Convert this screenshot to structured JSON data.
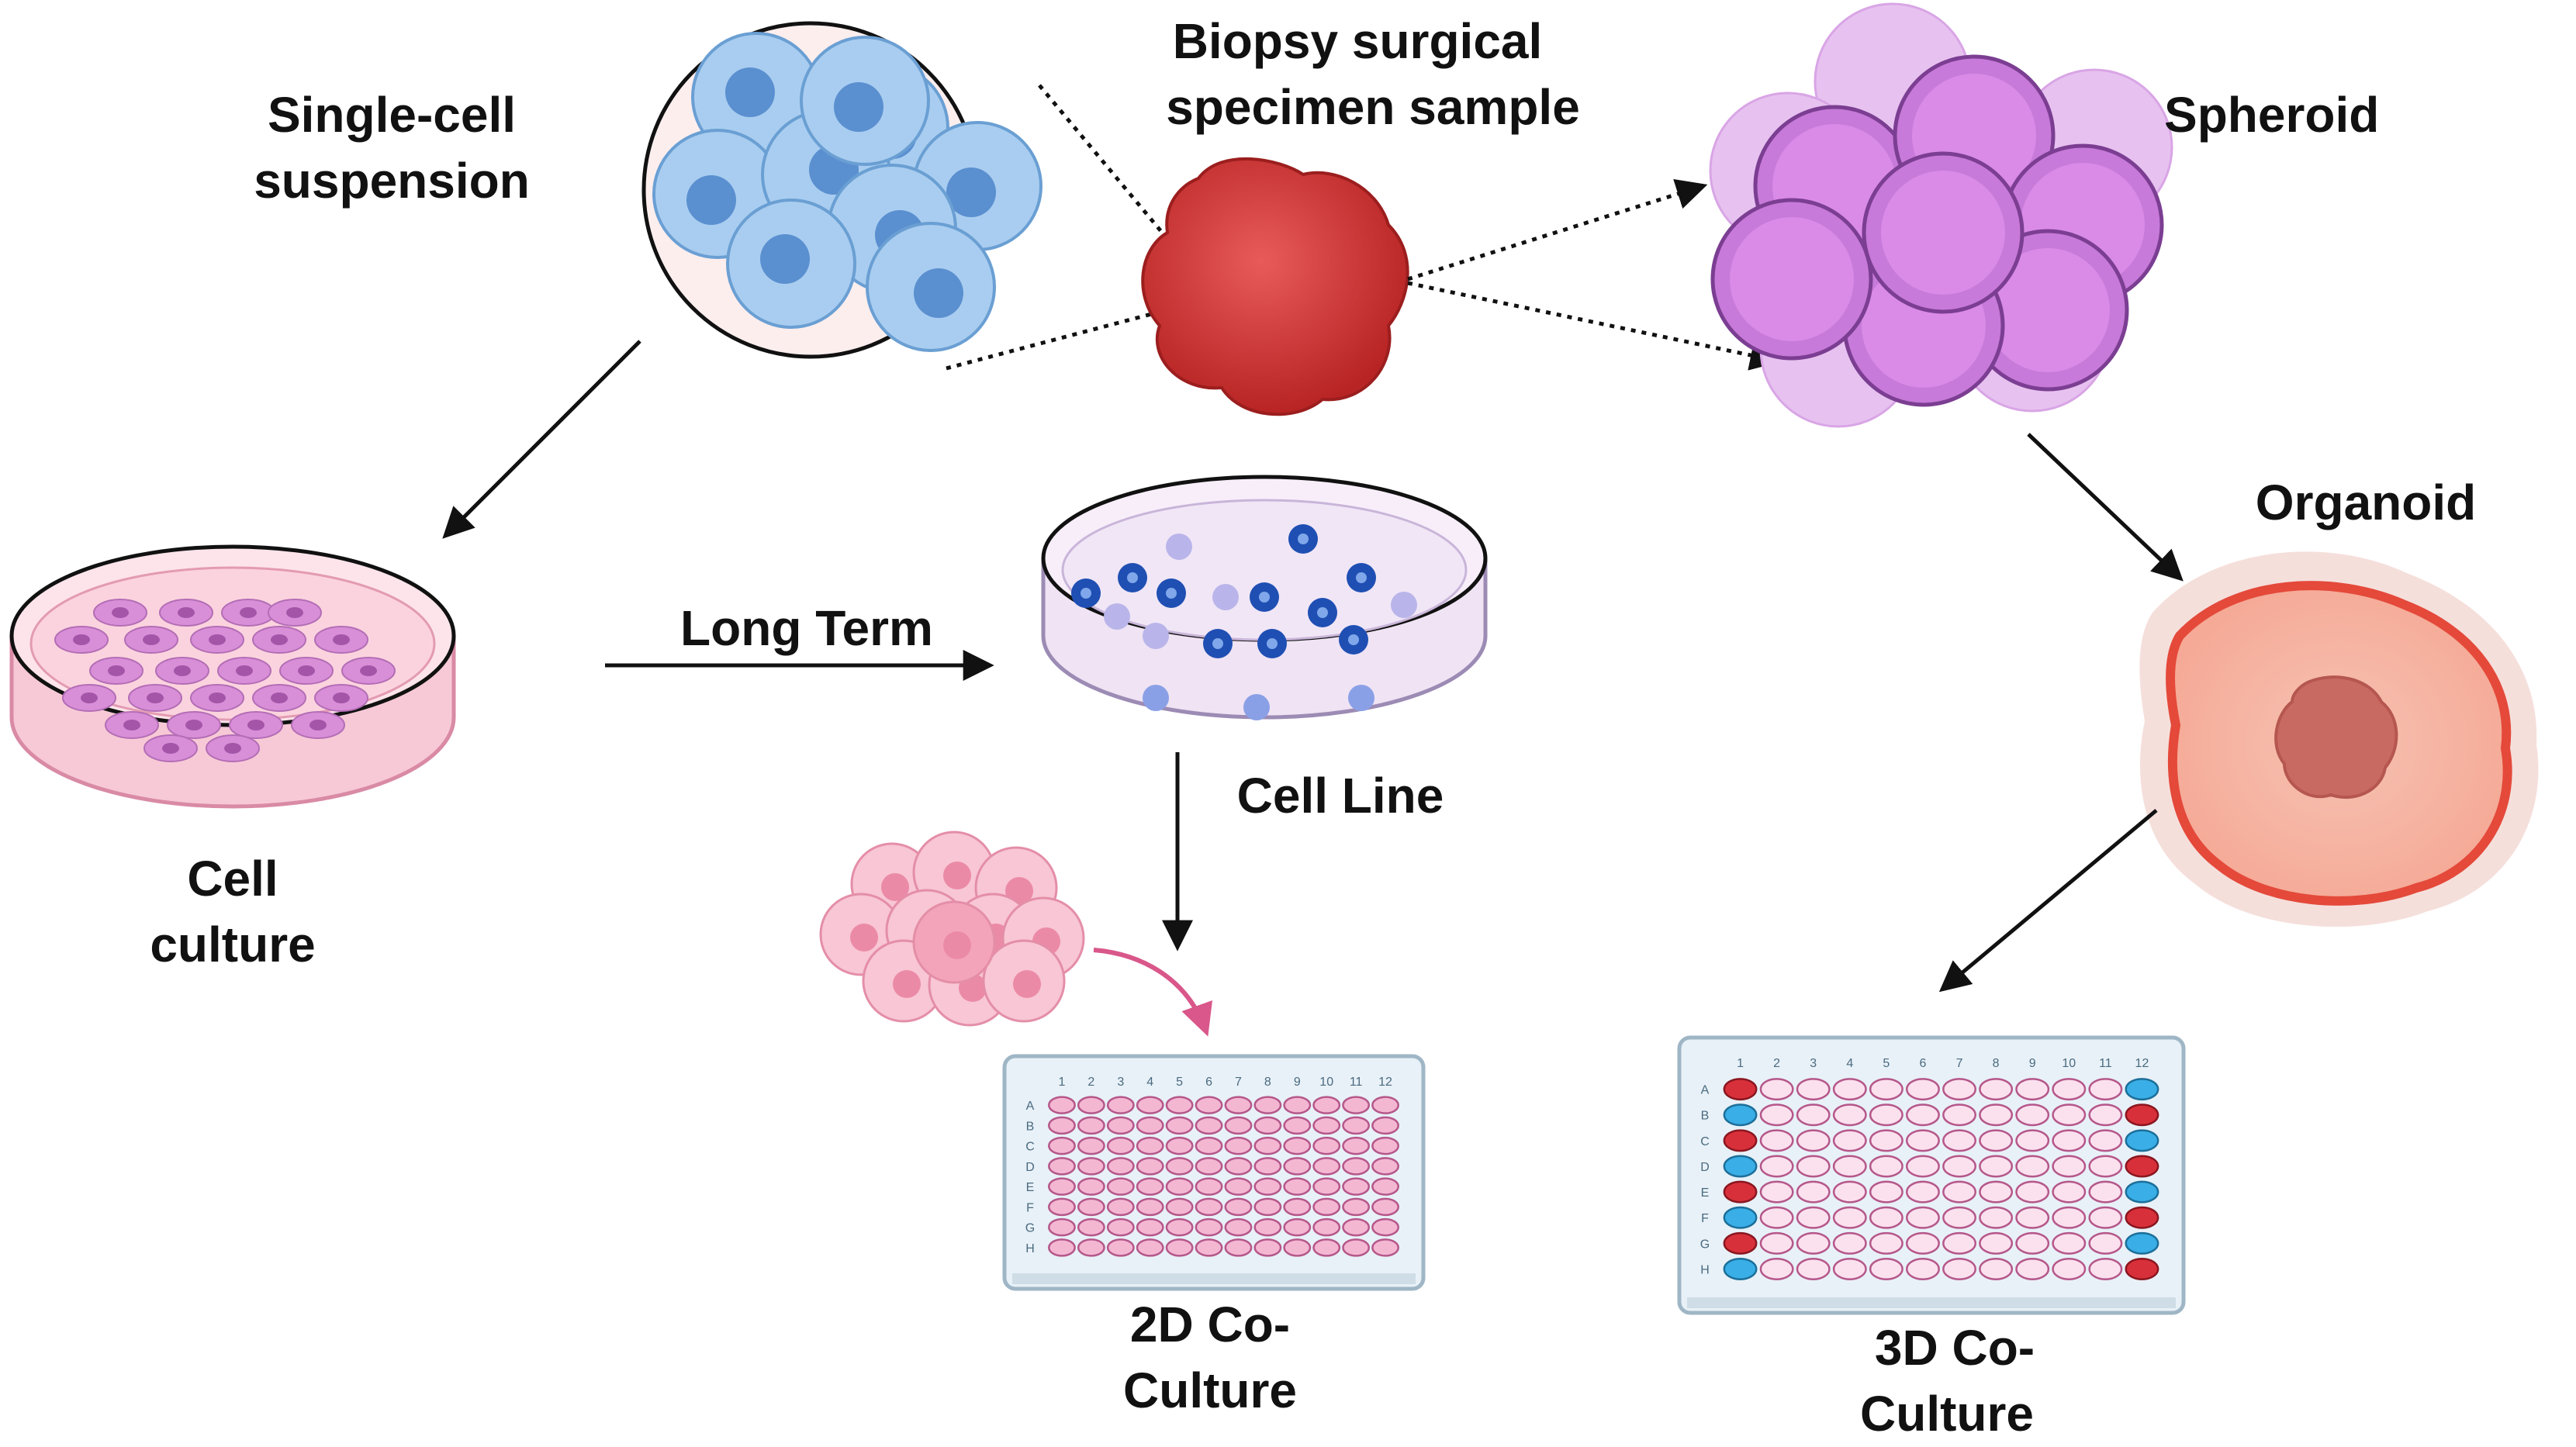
{
  "labels": {
    "single_cell": [
      "Single-cell",
      "suspension"
    ],
    "biopsy": [
      "Biopsy surgical",
      "specimen sample"
    ],
    "spheroid": "Spheroid",
    "organoid": "Organoid",
    "cell_culture": [
      "Cell",
      "culture"
    ],
    "long_term": "Long Term",
    "cell_line": "Cell Line",
    "co_culture_2d": [
      "2D Co-",
      "Culture"
    ],
    "co_culture_3d": [
      "3D Co-",
      "Culture"
    ]
  },
  "plate": {
    "columns": [
      "1",
      "2",
      "3",
      "4",
      "5",
      "6",
      "7",
      "8",
      "9",
      "10",
      "11",
      "12"
    ],
    "rows": [
      "A",
      "B",
      "C",
      "D",
      "E",
      "F",
      "G",
      "H"
    ]
  },
  "colors": {
    "blue_cells": "#a9cdf0",
    "biopsy_red": "#d23a3a",
    "spheroid_purple": "#c77ad9",
    "organoid_orange": "#f27b63",
    "dish_pink": "#f7c9d6",
    "well_pink": "#f4b7d2",
    "well_red": "#d8303a",
    "well_blue": "#3aaee6"
  }
}
